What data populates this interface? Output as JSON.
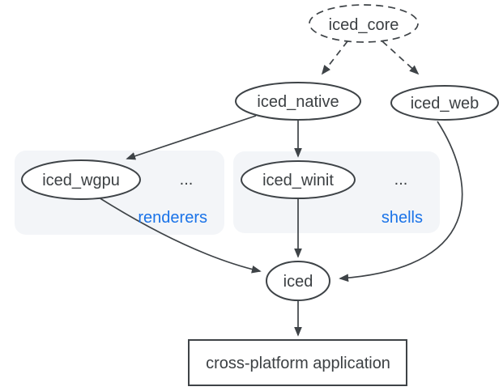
{
  "colors": {
    "background": "#ffffff",
    "stroke": "#3e4347",
    "text": "#3c4043",
    "accent_blue": "#1a73e8",
    "group_fill": "#f3f5f8",
    "node_fill": "#ffffff"
  },
  "nodes": {
    "core": {
      "label": "iced_core"
    },
    "native": {
      "label": "iced_native"
    },
    "web": {
      "label": "iced_web"
    },
    "wgpu": {
      "label": "iced_wgpu"
    },
    "winit": {
      "label": "iced_winit"
    },
    "iced": {
      "label": "iced"
    },
    "app": {
      "label": "cross-platform application"
    }
  },
  "groups": {
    "renderers": {
      "label": "renderers",
      "ellipsis": "..."
    },
    "shells": {
      "label": "shells",
      "ellipsis": "..."
    }
  }
}
